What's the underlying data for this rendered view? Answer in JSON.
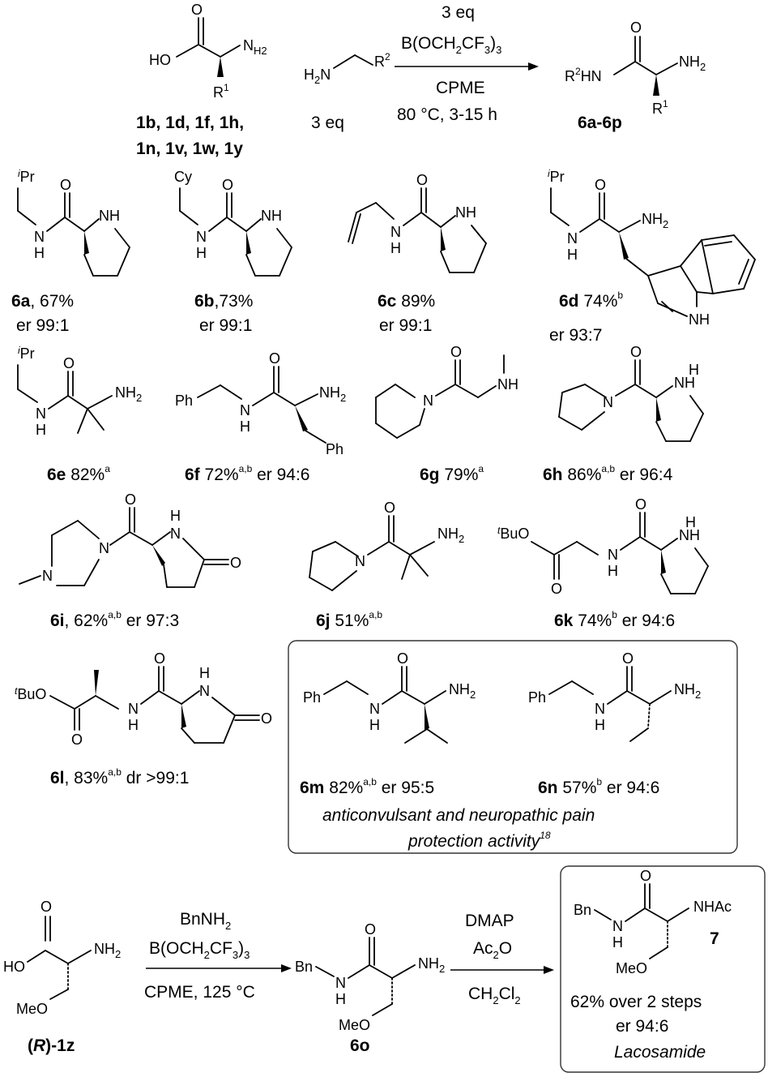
{
  "reaction": {
    "equiv_top": "3 eq",
    "borate": "B(OCH2CF3)3",
    "solvent": "CPME",
    "conditions": "80 °C, 3-15 h",
    "amine_equiv": "3 eq",
    "substrates_line1": "1b, 1d, 1f, 1h,",
    "substrates_line2": "1n, 1v, 1w, 1y",
    "product_range": "6a-6p"
  },
  "atoms": {
    "HO": "HO",
    "NH2": "NH2",
    "NH": "NH",
    "N": "N",
    "H": "H",
    "O": "O",
    "R1": "R1",
    "R2HN": "R2HN",
    "H2N": "H2N",
    "R2": "R2",
    "iPr": "iPr",
    "Cy": "Cy",
    "Ph": "Ph",
    "tBuO": "tBuO",
    "Bn": "Bn",
    "MeO": "MeO",
    "NHAc": "NHAc"
  },
  "products": {
    "6a": {
      "id": "6a",
      "yield": ", 67%",
      "er": "er 99:1"
    },
    "6b": {
      "id": "6b",
      "yield": ",73%",
      "er": "er 99:1"
    },
    "6c": {
      "id": "6c",
      "yield": " 89%",
      "er": "er 99:1"
    },
    "6d": {
      "id": "6d",
      "yield": " 74%",
      "note": "b",
      "er": "er 93:7"
    },
    "6e": {
      "id": "6e",
      "yield": " 82%",
      "note": "a"
    },
    "6f": {
      "id": "6f",
      "yield": " 72%",
      "note": "a,b",
      "er": " er 94:6"
    },
    "6g": {
      "id": "6g",
      "yield": " 79%",
      "note": "a"
    },
    "6h": {
      "id": "6h",
      "yield": " 86%",
      "note": "a,b",
      "er": " er 96:4"
    },
    "6i": {
      "id": "6i",
      "yield": ", 62%",
      "note": "a,b",
      "er": "  er 97:3"
    },
    "6j": {
      "id": "6j",
      "yield": " 51%",
      "note": "a,b"
    },
    "6k": {
      "id": "6k",
      "yield": " 74%",
      "note": "b",
      "er": " er 94:6"
    },
    "6l": {
      "id": "6l",
      "yield": ", 83%",
      "note": "a,b",
      "er": " dr >99:1"
    },
    "6m": {
      "id": "6m",
      "yield": " 82%",
      "note": "a,b",
      "er": " er 95:5"
    },
    "6n": {
      "id": "6n",
      "yield": " 57%",
      "note": "b",
      "er": " er 94:6"
    }
  },
  "activity": {
    "line1": "anticonvulsant and neuropathic pain",
    "line2": "protection activity",
    "ref": "18"
  },
  "lacosamide_route": {
    "start_label_paren_open": "(",
    "start_label_R": "R",
    "start_label_rest": ")-1z",
    "step1_amine": "BnNH2",
    "step1_borate": "B(OCH2CF3)3",
    "step1_conditions": "CPME, 125 °C",
    "intermediate": "6o",
    "step2_reagent1": "DMAP",
    "step2_reagent2": "Ac2O",
    "step2_solvent": "CH2Cl2",
    "product_number": "7",
    "yield": "62% over 2 steps",
    "er": "er 94:6",
    "name": "Lacosamide"
  }
}
